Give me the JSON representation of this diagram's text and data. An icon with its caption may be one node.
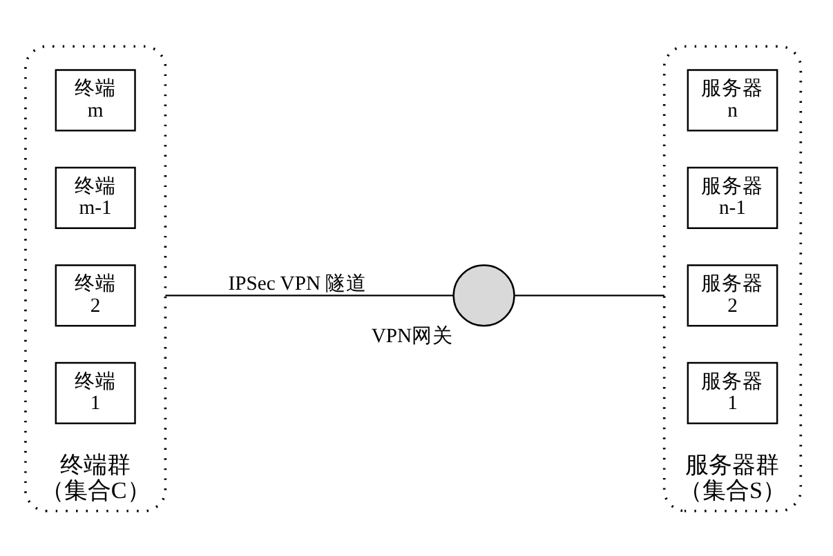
{
  "diagram": {
    "nodes": [
      {
        "text": [
          "终端群",
          "（集合C）"
        ]
      },
      {
        "text": [
          "终端",
          "1"
        ],
        "in": 0
      },
      {
        "text": [
          "终端",
          "2"
        ],
        "in": 0
      },
      {
        "text": [
          "终端",
          "m-1"
        ],
        "in": 0
      },
      {
        "text": [
          "终端",
          "m"
        ],
        "in": 0
      },
      {
        "text": [],
        "shape": "circle",
        "beside": [
          "VPN网关"
        ]
      },
      {
        "text": [
          "服务器群",
          "（集合S）"
        ]
      },
      {
        "text": [
          "服务器",
          "1"
        ],
        "in": 6
      },
      {
        "text": [
          "服务器",
          "2"
        ],
        "in": 6
      },
      {
        "text": [
          "服务器",
          "n-1"
        ],
        "in": 6
      },
      {
        "text": [
          "服务器",
          "n"
        ],
        "in": 6
      }
    ],
    "edges": [
      {
        "from": 0,
        "to": 5,
        "arrow": "none",
        "label": "IPSec VPN 隧道"
      },
      {
        "from": 5,
        "to": 6,
        "arrow": "none"
      }
    ]
  }
}
